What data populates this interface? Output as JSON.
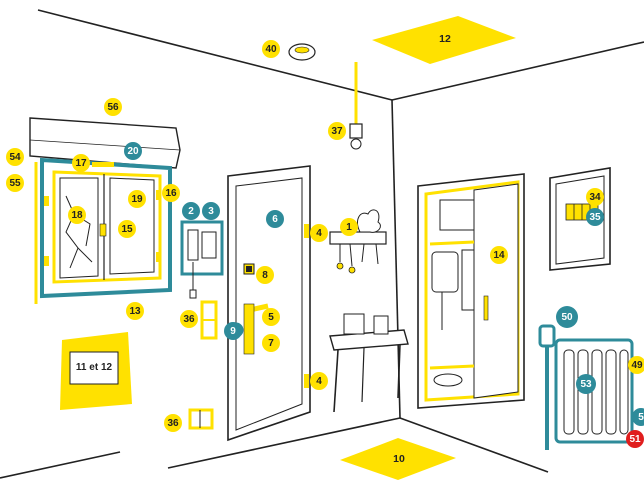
{
  "colors": {
    "yellow": "#ffe100",
    "teal": "#2e8b9a",
    "red": "#e01e1e",
    "line": "#222222"
  },
  "icons": [
    "smoke-detector-icon",
    "lamp-icon",
    "plant-icon",
    "keys-icon",
    "intercom-icon",
    "radiator-icon",
    "window-icon",
    "door-icon",
    "wardrobe-icon",
    "table-icon",
    "switch-icon",
    "socket-icon",
    "fuse-box-icon",
    "post-it-note-icon"
  ],
  "labels": {
    "m40": "40",
    "m12": "12",
    "m37": "37",
    "m56": "56",
    "m54": "54",
    "m55": "55",
    "m17": "17",
    "m20": "20",
    "m19": "19",
    "m16": "16",
    "m18": "18",
    "m15": "15",
    "m2": "2",
    "m3": "3",
    "m6": "6",
    "m4a": "4",
    "m1": "1",
    "m14": "14",
    "m34": "34",
    "m35": "35",
    "m8": "8",
    "m13": "13",
    "m36a": "36",
    "m5": "5",
    "m9": "9",
    "m7": "7",
    "m4b": "4",
    "m50": "50",
    "m49": "49",
    "m53": "53",
    "m5b": "5",
    "m51": "51",
    "m36b": "36",
    "m10": "10",
    "note": "11 et 12"
  }
}
